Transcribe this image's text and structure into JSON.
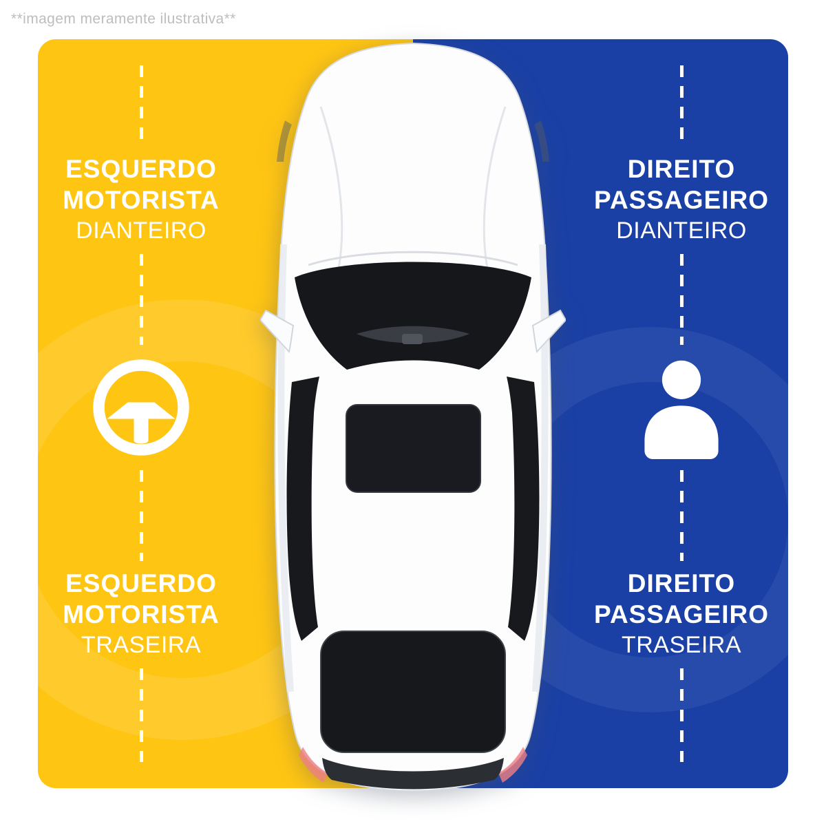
{
  "disclaimer": "**imagem meramente ilustrativa**",
  "colors": {
    "left_bg": "#FFC513",
    "right_bg": "#1A40A6",
    "label_text": "#FFFFFF",
    "disclaimer_text": "#BDBDBD",
    "taillight_accent": "#EF8086"
  },
  "left": {
    "icon": "steering-wheel-icon",
    "top": {
      "line1": "ESQUERDO",
      "line2": "MOTORISTA",
      "line3": "DIANTEIRO"
    },
    "bottom": {
      "line1": "ESQUERDO",
      "line2": "MOTORISTA",
      "line3": "TRASEIRA"
    }
  },
  "right": {
    "icon": "person-icon",
    "top": {
      "line1": "DIREITO",
      "line2": "PASSAGEIRO",
      "line3": "DIANTEIRO"
    },
    "bottom": {
      "line1": "DIREITO",
      "line2": "PASSAGEIRO",
      "line3": "TRASEIRA"
    }
  },
  "car_illustration": "white-sedan-top-view"
}
